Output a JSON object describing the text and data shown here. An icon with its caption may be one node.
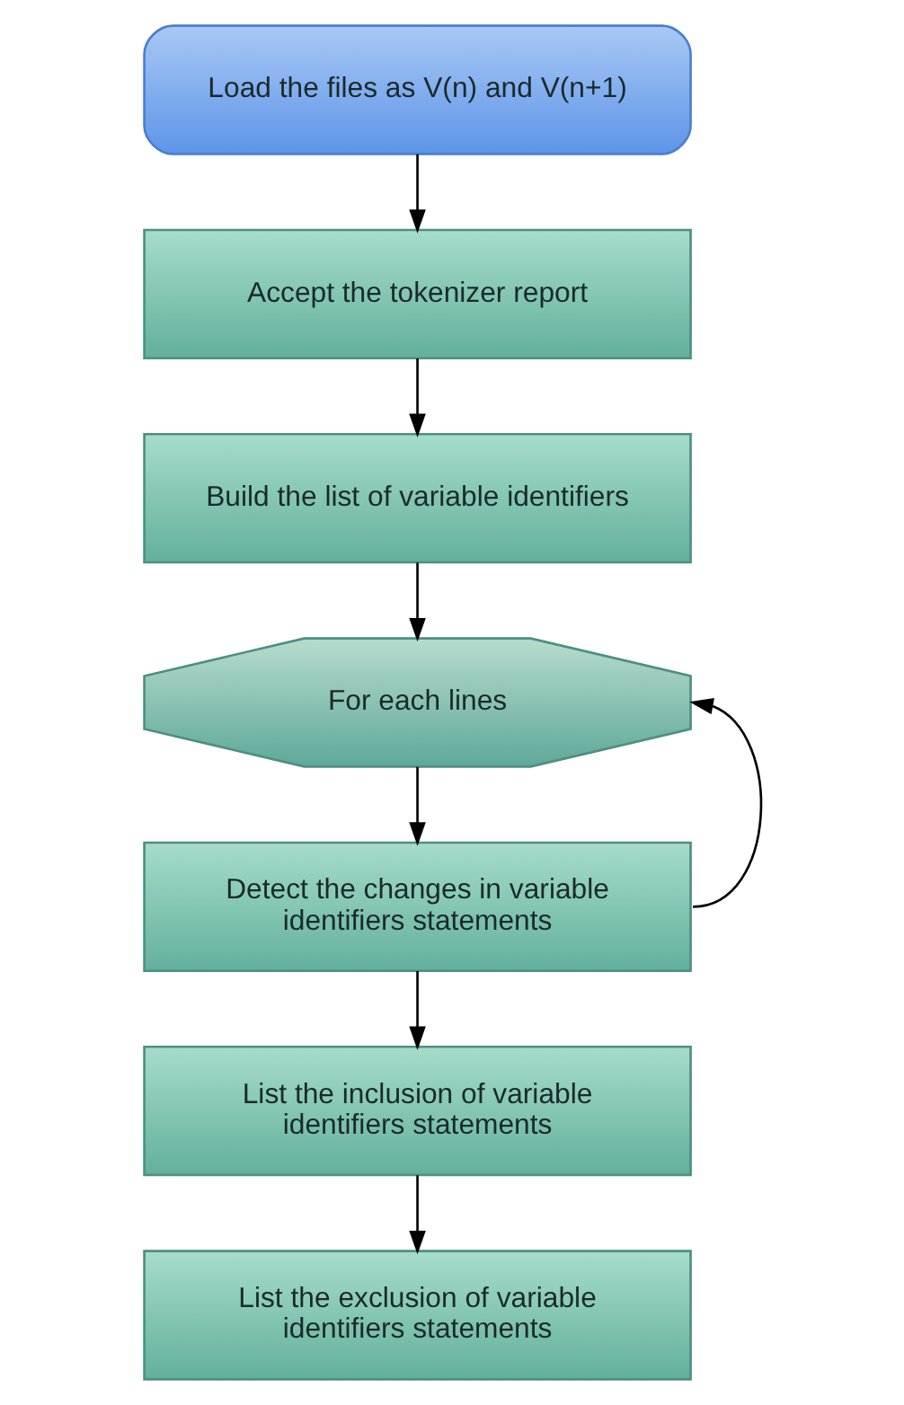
{
  "diagram": {
    "nodes": [
      {
        "text": [
          "Load the files as V(n) and V(n+1)"
        ]
      },
      {
        "text": [
          "Accept the tokenizer report"
        ]
      },
      {
        "text": [
          "Build the list of variable identifiers"
        ]
      },
      {
        "text": [
          "For each lines"
        ]
      },
      {
        "text": [
          "Detect the changes in variable identifiers statements"
        ]
      },
      {
        "text": [
          "List the inclusion of variable identifiers statements"
        ]
      },
      {
        "text": [
          "List the exclusion of variable identifiers statements"
        ]
      }
    ],
    "edges": [
      {
        "from": 0,
        "to": 1,
        "arrow": "to"
      },
      {
        "from": 1,
        "to": 2,
        "arrow": "to"
      },
      {
        "from": 2,
        "to": 3,
        "arrow": "to"
      },
      {
        "from": 3,
        "to": 4,
        "arrow": "to"
      },
      {
        "from": 4,
        "to": 3,
        "arrow": "to"
      },
      {
        "from": 4,
        "to": 5,
        "arrow": "to"
      },
      {
        "from": 5,
        "to": 6,
        "arrow": "to"
      }
    ]
  }
}
